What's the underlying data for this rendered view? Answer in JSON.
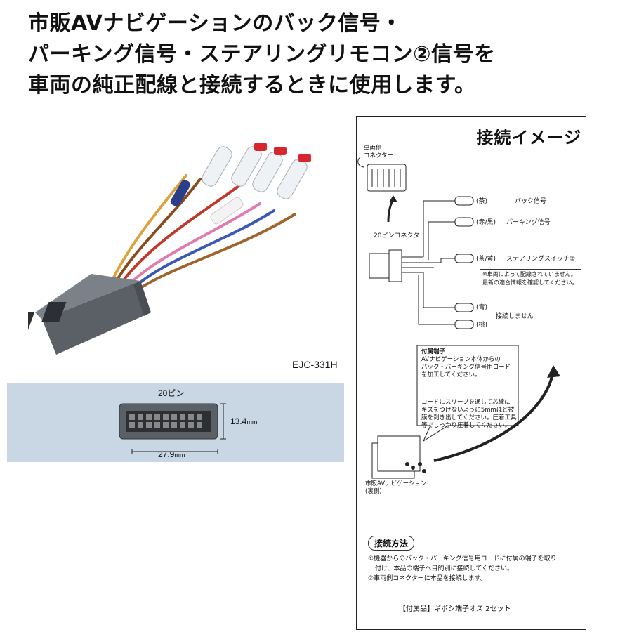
{
  "headline": {
    "line1": "市販AVナビゲーションのバック信号・",
    "line2": "パーキング信号・ステアリングリモコン②信号を",
    "line3": "車両の純正配線と接続するときに使用します。"
  },
  "product": {
    "model": "EJC-331H"
  },
  "dimensions": {
    "pins_label": "20ピン",
    "height_value": "13.4",
    "width_value": "27.9",
    "unit": "mm"
  },
  "diagram": {
    "title": "接続イメージ",
    "vehicle_connector_label_1": "車両側",
    "vehicle_connector_label_2": "コネクター",
    "pin20_connector_label": "20ピンコネクター",
    "wires": [
      {
        "color": "(茶)",
        "name": "バック信号"
      },
      {
        "color": "(赤/黒)",
        "name": "パーキング信号"
      },
      {
        "color": "(茶/黄)",
        "name": "ステアリングスイッチ②"
      },
      {
        "color": "(青)",
        "name": ""
      },
      {
        "color": "(桃)",
        "name": ""
      }
    ],
    "no_connect_label": "接続しません",
    "note_line1": "※車両によって配線されていません。",
    "note_line2": "最新の適合情報を確認してください。",
    "terminal_title": "付属端子",
    "terminal_text": [
      "AVナビゲーション本体からの",
      "バック・パーキング信号用コード",
      "を加工してください。"
    ],
    "terminal_text2": [
      "コードにスリーブを通して芯線に",
      "キズをつけないように5mmほど被",
      "膜を剥き出してください。圧着工具",
      "等でしっかり圧着してください。"
    ],
    "navi_label_1": "市販AVナビゲーション",
    "navi_label_2": "(裏側)",
    "method_title": "接続方法",
    "method_lines": [
      "①機器からのバック・パーキング信号用コードに付属の端子を取り",
      "付け、本品の端子へ目的別に接続してください。",
      "②車両側コネクターに本品を接続します。"
    ],
    "accessory": "【付属品】ギボシ端子オス 2セット"
  }
}
